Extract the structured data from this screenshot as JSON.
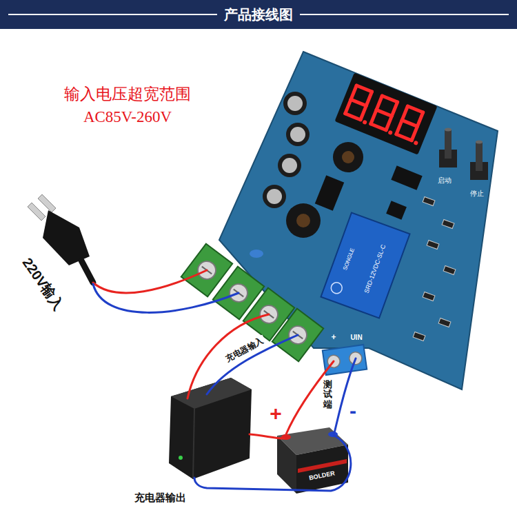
{
  "diagram": {
    "title": "产品接线图",
    "labels": [
      "输入电压超宽范围",
      "AC85V-260V",
      "启动",
      "停止",
      "SONGLE",
      "SRD-12VDC-SL-C",
      "220V输入",
      "充电器输入",
      "+",
      "UIN",
      "测试端",
      "+",
      "-",
      "充电器输出",
      "BOLDER"
    ]
  }
}
